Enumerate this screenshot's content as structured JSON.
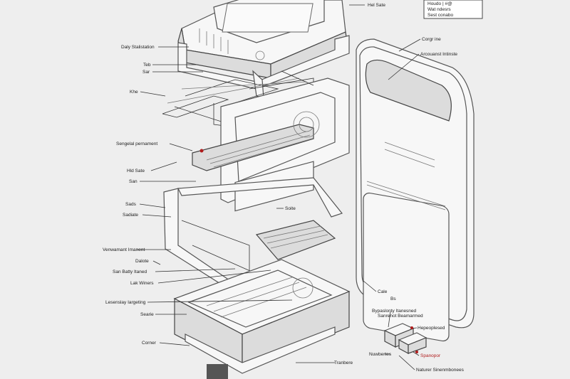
{
  "labels": {
    "top_right_note": [
      "Houdo | #@",
      "Wat ndesrs",
      "Sest conabo"
    ],
    "top": "Hel Sate",
    "display_station": "Daly Stalistation",
    "tab": "Teb",
    "sar": "Sar",
    "khe": "Khe",
    "segmental_pernament": "Sengelal pernament",
    "hld_sate": "Hld Sate",
    "san": "San",
    "sads": "Sads",
    "sadiate": "Sadiate",
    "vemanent": "Venwamant Imanent",
    "dalote": "Dalote",
    "san_batty": "San Batty Itaned",
    "lak_winers": "Lak Winers",
    "lesenslay": "Lesenslay Iargeting",
    "searie": "Searie",
    "corner": "Corner",
    "tranbere": "Tranbere",
    "soite": "Soite",
    "corgr_ine": "Corgr ine",
    "arcouanst": "Arcouanst Intinste",
    "cale": "Cale",
    "bs": "Bs",
    "bypaslonty": "Bypaslonty Itanesned",
    "sanrenot": "Sanrenot Beamarmed",
    "hepeoplesed": "Hepeoplesed",
    "nuwbertes": "Nuwbertes",
    "spanopor": "Spanopor",
    "natureer": "Naturer Sinenmbonees"
  },
  "colors": {
    "background": "#eeeeee",
    "line": "#333333",
    "red_label": "#b01c1c"
  }
}
